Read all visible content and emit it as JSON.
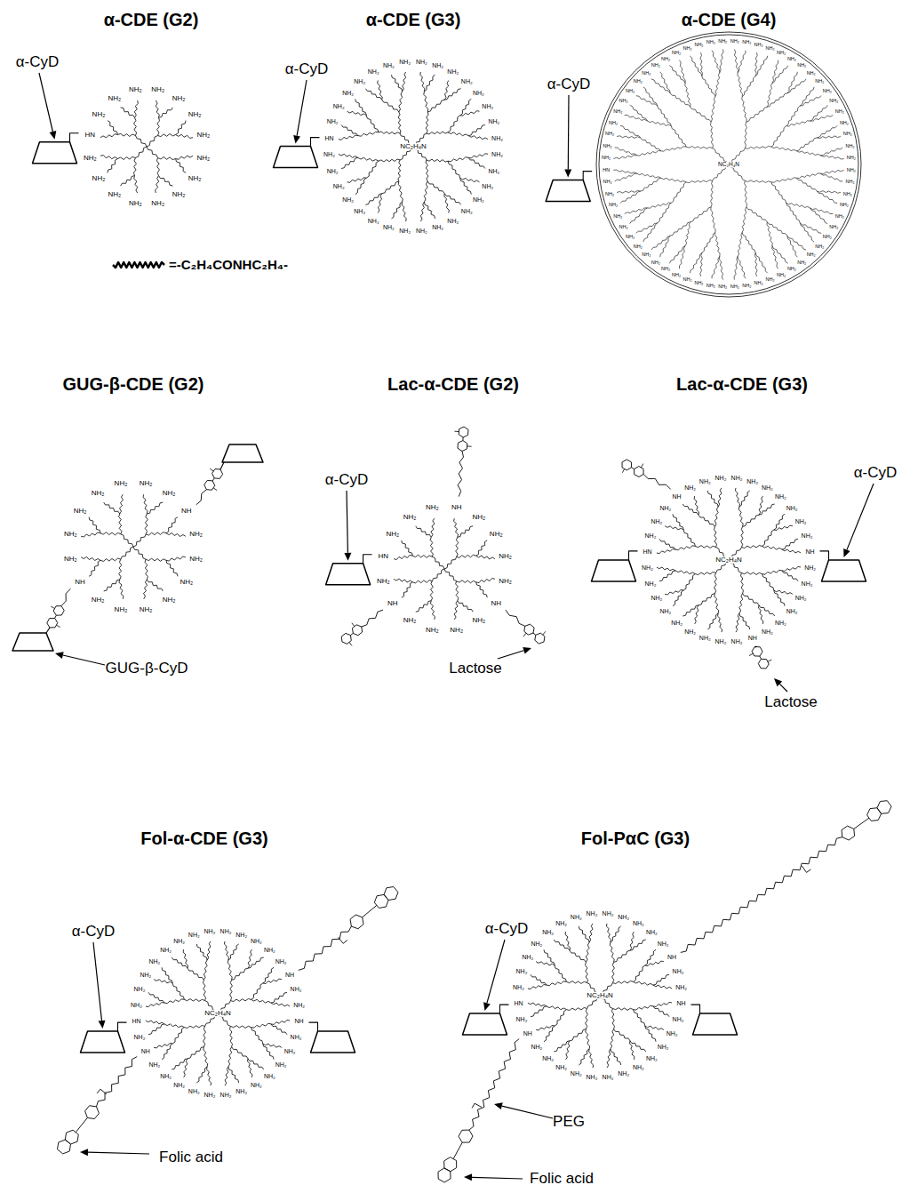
{
  "diagram": {
    "labels": [
      "α-CDE (G2)",
      "α-CyD",
      "NH₂",
      "NH₂",
      "NH₂",
      "NH₂",
      "NH₂",
      "NH₂",
      "NH₂",
      "NH₂",
      "NH₂",
      "NH₂",
      "NH₂",
      "NH₂",
      "HN",
      "NH₂",
      "NH₂",
      "NH₂",
      "=-C₂H₄CONHC₂H₄-",
      "α-CDE (G3)",
      "α-CyD",
      "NC₂H₄N",
      "NH₂",
      "NH₂",
      "NH₂",
      "NH₂",
      "NH₂",
      "NH₂",
      "NH₂",
      "NH₂",
      "NH₂",
      "NH₂",
      "NH₂",
      "NH₂",
      "NH₂",
      "NH₂",
      "NH₂",
      "NH₂",
      "NH₂",
      "NH₂",
      "NH₂",
      "NH₂",
      "NH₂",
      "NH₂",
      "NH₂",
      "NH₂",
      "HN",
      "NH₂",
      "NH₂",
      "NH₂",
      "NH₂",
      "NH₂",
      "NH₂",
      "NH₂",
      "α-CDE (G4)",
      "α-CyD",
      "NC₂H₄N",
      "NH₂",
      "NH₂",
      "NH₂",
      "NH₂",
      "NH₂",
      "NH₂",
      "NH₂",
      "NH₂",
      "NH₂",
      "NH₂",
      "NH₂",
      "NH₂",
      "NH₂",
      "NH₂",
      "NH₂",
      "NH₂",
      "NH₂",
      "NH₂",
      "NH₂",
      "NH₂",
      "NH₂",
      "NH₂",
      "NH₂",
      "NH₂",
      "NH₂",
      "NH₂",
      "NH₂",
      "NH₂",
      "NH₂",
      "NH₂",
      "NH₂",
      "NH₂",
      "NH₂",
      "NH₂",
      "NH₂",
      "NH₂",
      "NH₂",
      "NH₂",
      "NH₂",
      "NH₂",
      "NH₂",
      "NH₂",
      "NH₂",
      "NH₂",
      "NH₂",
      "NH₂",
      "NH₂",
      "HN",
      "NH₂",
      "NH₂",
      "NH₂",
      "NH₂",
      "NH₂",
      "NH₂",
      "NH₂",
      "NH₂",
      "NH₂",
      "NH₂",
      "NH₂",
      "NH₂",
      "NH₂",
      "NH₂",
      "NH₂",
      "NH₂",
      "GUG-β-CDE (G2)",
      "NH₂",
      "NH₂",
      "NH",
      "NH₂",
      "NH₂",
      "NH₂",
      "NH₂",
      "NH₂",
      "NH₂",
      "NH₂",
      "NH",
      "NH₂",
      "NH₂",
      "NH₂",
      "NH₂",
      "NH₂",
      "GUG-β-CyD",
      "Lac-α-CDE (G2)",
      "α-CyD",
      "NH",
      "NH₂",
      "NH₂",
      "NH₂",
      "NH₂",
      "NH",
      "NH₂",
      "NH₂",
      "NH₂",
      "NH₂",
      "NH",
      "NH₂",
      "HN",
      "NH₂",
      "NH₂",
      "NH₂",
      "Lactose",
      "Lac-α-CDE (G3)",
      "α-CyD",
      "NC₂H₄N",
      "NH₂",
      "NH₂",
      "NH₂",
      "NH₂",
      "NH₂",
      "NH₂",
      "NH₂",
      "NH",
      "NH₂",
      "NH₂",
      "NH₂",
      "NH₂",
      "NH₂",
      "NH₂",
      "NH",
      "NH₂",
      "NH₂",
      "NH₂",
      "NH₂",
      "NH₂",
      "NH₂",
      "NH₂",
      "NH₂",
      "NH₂",
      "HN",
      "NH₂",
      "NH₂",
      "NH₂",
      "NH",
      "NH₂",
      "NH₂",
      "NH₂",
      "Lactose",
      "Fol-α-CDE (G3)",
      "α-CyD",
      "NC₂H₄N",
      "NH₂",
      "NH₂",
      "NH₂",
      "NH₂",
      "NH₂",
      "NH",
      "NH₂",
      "NH₂",
      "NH",
      "NH₂",
      "NH₂",
      "NH₂",
      "NH₂",
      "NH₂",
      "NH₂",
      "NH₂",
      "NH₂",
      "NH₂",
      "NH₂",
      "NH₂",
      "NH₂",
      "NH",
      "NH₂",
      "HN",
      "NH₂",
      "NH₂",
      "NH₂",
      "NH₂",
      "NH₂",
      "NH₂",
      "NH₂",
      "NH₂",
      "Folic acid",
      "Fol-PαC (G3)",
      "α-CyD",
      "NC₂H₄N",
      "NH₂",
      "NH₂",
      "NH₂",
      "NH₂",
      "NH₂",
      "NH",
      "NH₂",
      "NH₂",
      "NH",
      "NH₂",
      "NH₂",
      "NH₂",
      "NH₂",
      "NH₂",
      "NH₂",
      "NH₂",
      "NH₂",
      "NH₂",
      "NH₂",
      "NH₂",
      "NH₂",
      "NH",
      "NH₂",
      "HN",
      "NH₂",
      "NH₂",
      "NH₂",
      "NH₂",
      "NH₂",
      "NH₂",
      "NH₂",
      "NH₂",
      "PEG",
      "Folic acid"
    ]
  }
}
